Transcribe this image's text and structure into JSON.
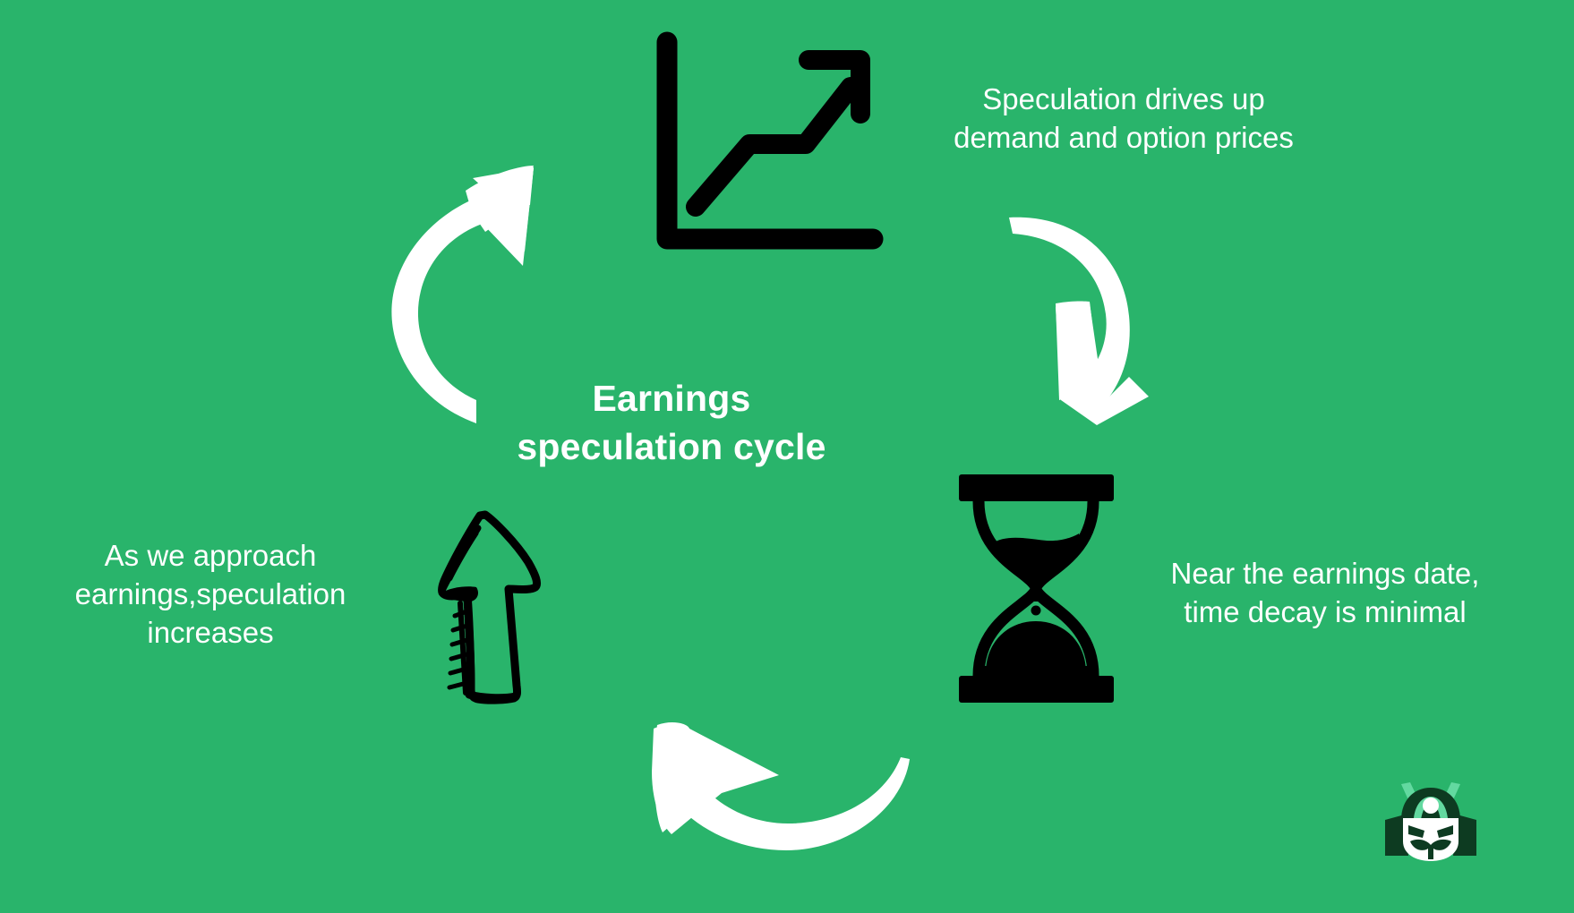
{
  "slide": {
    "background_color": "#29b46b",
    "text_color": "#ffffff",
    "icon_color": "#000000"
  },
  "center": {
    "title_line1": "Earnings",
    "title_line2": "speculation cycle"
  },
  "captions": {
    "top_right": "Speculation drives up\ndemand and option prices",
    "right": "Near the earnings date,\ntime decay is minimal",
    "left": "As we approach\nearnings,speculation\nincreases"
  },
  "icons": {
    "chart": "growth-chart-icon",
    "hourglass": "hourglass-icon",
    "sketch_arrow": "sketch-up-arrow-icon",
    "arrow_top_left": "curved-arrow-up-right-icon",
    "arrow_top_right": "curved-arrow-down-icon",
    "arrow_bottom": "curved-arrow-left-icon",
    "logo": "samurai-mascot-logo"
  },
  "logo": {
    "helmet_color": "#0d3b21",
    "horn_color": "#63d9a0",
    "face_color": "#ffffff"
  }
}
